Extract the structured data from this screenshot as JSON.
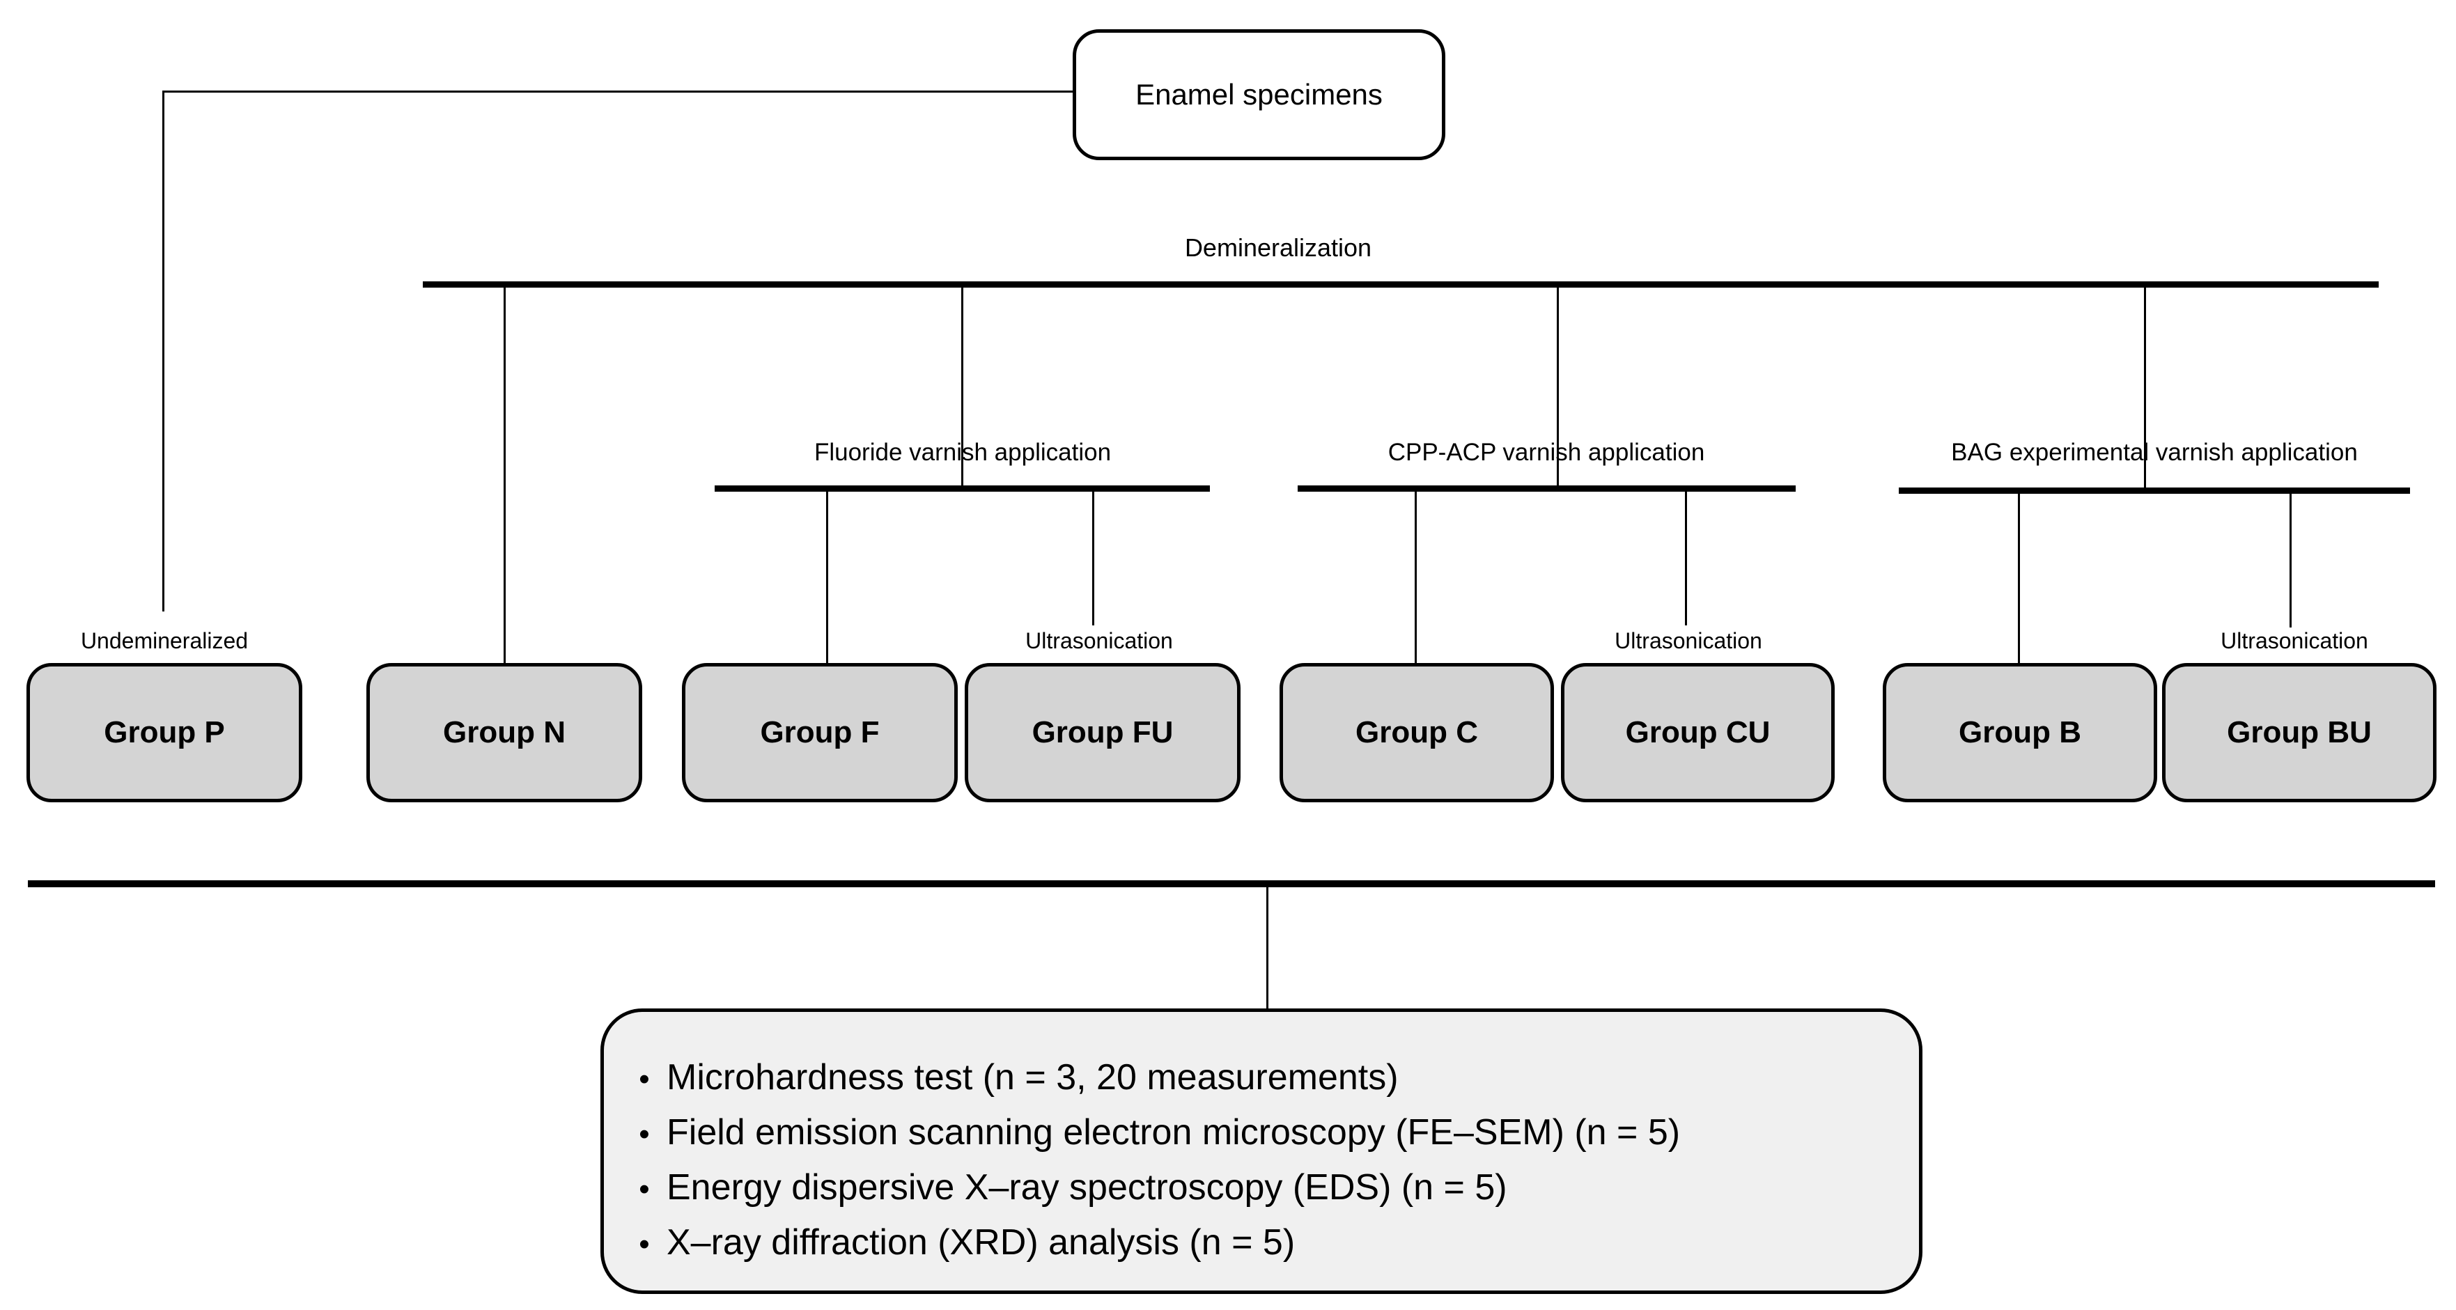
{
  "root": {
    "label": "Enamel specimens"
  },
  "process_labels": {
    "demineralization": "Demineralization"
  },
  "branches": [
    {
      "label": "Fluoride varnish application"
    },
    {
      "label": "CPP-ACP varnish application"
    },
    {
      "label": "BAG experimental varnish application"
    }
  ],
  "annotations": {
    "undemineralized": "Undemineralized",
    "ultrasonication": "Ultrasonication"
  },
  "groups": [
    {
      "label": "Group P"
    },
    {
      "label": "Group N"
    },
    {
      "label": "Group F"
    },
    {
      "label": "Group FU"
    },
    {
      "label": "Group C"
    },
    {
      "label": "Group CU"
    },
    {
      "label": "Group B"
    },
    {
      "label": "Group BU"
    }
  ],
  "analyses": [
    "Microhardness test (n = 3, 20 measurements)",
    "Field emission scanning electron microscopy (FE–SEM) (n = 5)",
    "Energy dispersive X–ray spectroscopy (EDS) (n = 5)",
    "X–ray diffraction (XRD) analysis (n = 5)"
  ],
  "colors": {
    "group_box_fill": "#d4d4d4",
    "analyses_panel_fill": "#f0f0f0",
    "line_color": "#000000",
    "background": "#ffffff"
  }
}
